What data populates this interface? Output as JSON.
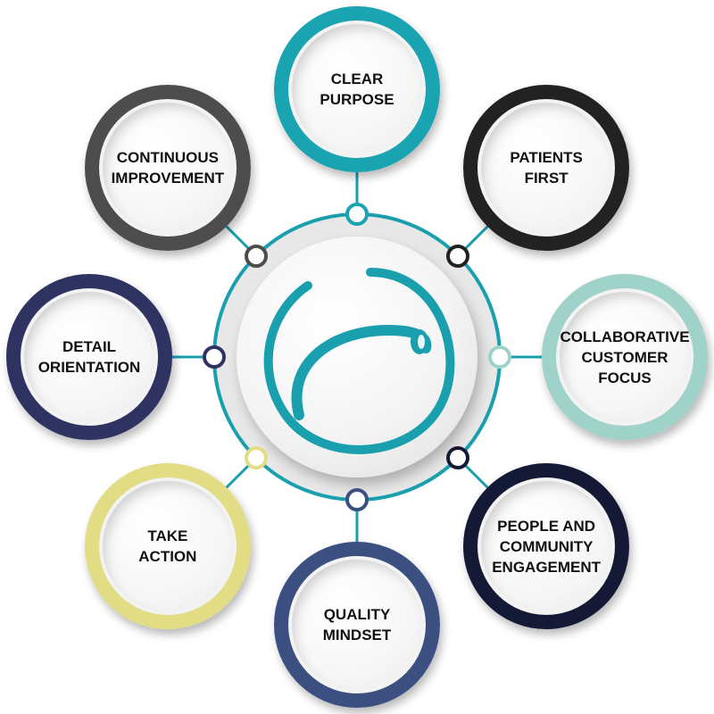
{
  "colors": {
    "ring": "#1a9fae",
    "hub_outer": "#e4e4e4"
  },
  "nodes": [
    {
      "id": "clear-purpose",
      "label": "CLEAR\nPURPOSE",
      "color": "#1aa3b1",
      "connector": "#1aa3b1"
    },
    {
      "id": "patients-first",
      "label": "PATIENTS\nFIRST",
      "color": "#222222",
      "connector": "#222222"
    },
    {
      "id": "collaborative-customer-focus",
      "label": "COLLABORATIVE\nCUSTOMER\nFOCUS",
      "color": "#9fd2c8",
      "connector": "#9fd2c8"
    },
    {
      "id": "people-and-community-engagement",
      "label": "PEOPLE AND\nCOMMUNITY\nENGAGEMENT",
      "color": "#141a35",
      "connector": "#141a35"
    },
    {
      "id": "quality-mindset",
      "label": "QUALITY\nMINDSET",
      "color": "#3b4f80",
      "connector": "#3b4f80"
    },
    {
      "id": "take-action",
      "label": "TAKE\nACTION",
      "color": "#e2dc84",
      "connector": "#e2dc84"
    },
    {
      "id": "detail-orientation",
      "label": "DETAIL\nORIENTATION",
      "color": "#2e3362",
      "connector": "#2e3362"
    },
    {
      "id": "continuous-improvement",
      "label": "CONTINUOUS\nIMPROVEMENT",
      "color": "#4d4d4d",
      "connector": "#4d4d4d"
    }
  ],
  "logo": {
    "name": "swirl-logo-icon",
    "color": "#1a9fae"
  }
}
